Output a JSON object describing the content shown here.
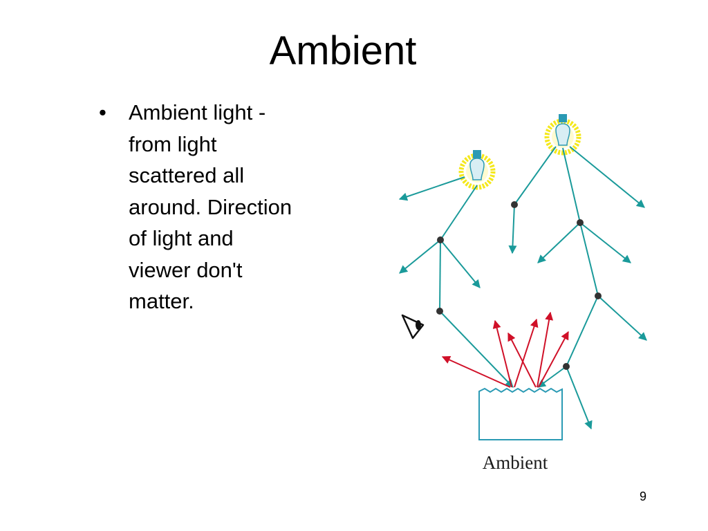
{
  "slide": {
    "title": "Ambient",
    "bullets": [
      {
        "marker": "•",
        "text": "Ambient light -\nfrom light\nscattered all\naround.  Direction\nof light and\nviewer don't\nmatter."
      }
    ],
    "figure": {
      "caption": "Ambient",
      "colors": {
        "incoming_ray": "#1a9a9a",
        "reflected_ray": "#d01028",
        "glow": "#f4e81c",
        "bulb": "#d8eef4",
        "bulb_base": "#2a9ab4",
        "surface": "#2a9ab4",
        "scatter_point": "#333333"
      },
      "icons": [
        "light-bulb-icon",
        "light-bulb-icon",
        "eye-icon"
      ]
    },
    "page_number": "9"
  }
}
